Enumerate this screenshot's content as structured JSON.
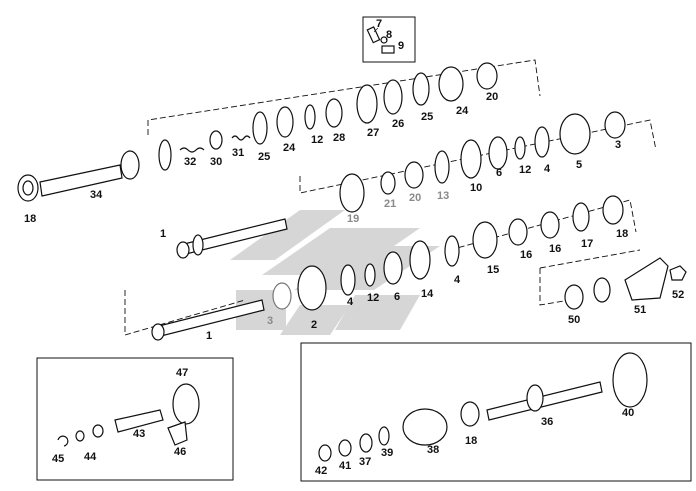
{
  "diagram": {
    "labels": [
      {
        "id": "p7",
        "text": "7"
      },
      {
        "id": "p8",
        "text": "8"
      },
      {
        "id": "p9",
        "text": "9"
      },
      {
        "id": "p20a",
        "text": "20"
      },
      {
        "id": "p24a",
        "text": "24"
      },
      {
        "id": "p25a",
        "text": "25"
      },
      {
        "id": "p26",
        "text": "26"
      },
      {
        "id": "p27",
        "text": "27"
      },
      {
        "id": "p28",
        "text": "28"
      },
      {
        "id": "p12a",
        "text": "12"
      },
      {
        "id": "p24b",
        "text": "24"
      },
      {
        "id": "p25b",
        "text": "25"
      },
      {
        "id": "p31",
        "text": "31"
      },
      {
        "id": "p30",
        "text": "30"
      },
      {
        "id": "p32",
        "text": "32"
      },
      {
        "id": "p34",
        "text": "34"
      },
      {
        "id": "p18a",
        "text": "18"
      },
      {
        "id": "p3a",
        "text": "3"
      },
      {
        "id": "p5",
        "text": "5"
      },
      {
        "id": "p4a",
        "text": "4"
      },
      {
        "id": "p12b",
        "text": "12"
      },
      {
        "id": "p6a",
        "text": "6"
      },
      {
        "id": "p10",
        "text": "10"
      },
      {
        "id": "p13",
        "text": "13"
      },
      {
        "id": "p20b",
        "text": "20"
      },
      {
        "id": "p21",
        "text": "21"
      },
      {
        "id": "p19",
        "text": "19"
      },
      {
        "id": "p1a",
        "text": "1"
      },
      {
        "id": "p18b",
        "text": "18"
      },
      {
        "id": "p17",
        "text": "17"
      },
      {
        "id": "p16a",
        "text": "16"
      },
      {
        "id": "p16b",
        "text": "16"
      },
      {
        "id": "p15",
        "text": "15"
      },
      {
        "id": "p4b",
        "text": "4"
      },
      {
        "id": "p14",
        "text": "14"
      },
      {
        "id": "p6b",
        "text": "6"
      },
      {
        "id": "p12c",
        "text": "12"
      },
      {
        "id": "p4c",
        "text": "4"
      },
      {
        "id": "p2",
        "text": "2"
      },
      {
        "id": "p3b",
        "text": "3"
      },
      {
        "id": "p1b",
        "text": "1"
      },
      {
        "id": "p52",
        "text": "52"
      },
      {
        "id": "p51",
        "text": "51"
      },
      {
        "id": "p50",
        "text": "50"
      },
      {
        "id": "p47",
        "text": "47"
      },
      {
        "id": "p43",
        "text": "43"
      },
      {
        "id": "p46",
        "text": "46"
      },
      {
        "id": "p44",
        "text": "44"
      },
      {
        "id": "p45",
        "text": "45"
      },
      {
        "id": "p40",
        "text": "40"
      },
      {
        "id": "p36",
        "text": "36"
      },
      {
        "id": "p18c",
        "text": "18"
      },
      {
        "id": "p38",
        "text": "38"
      },
      {
        "id": "p39",
        "text": "39"
      },
      {
        "id": "p37",
        "text": "37"
      },
      {
        "id": "p41",
        "text": "41"
      },
      {
        "id": "p42",
        "text": "42"
      }
    ]
  },
  "colors": {
    "ink": "#111111",
    "watermark": "#c9c9c9",
    "faded_label": "#8a8a8a"
  }
}
